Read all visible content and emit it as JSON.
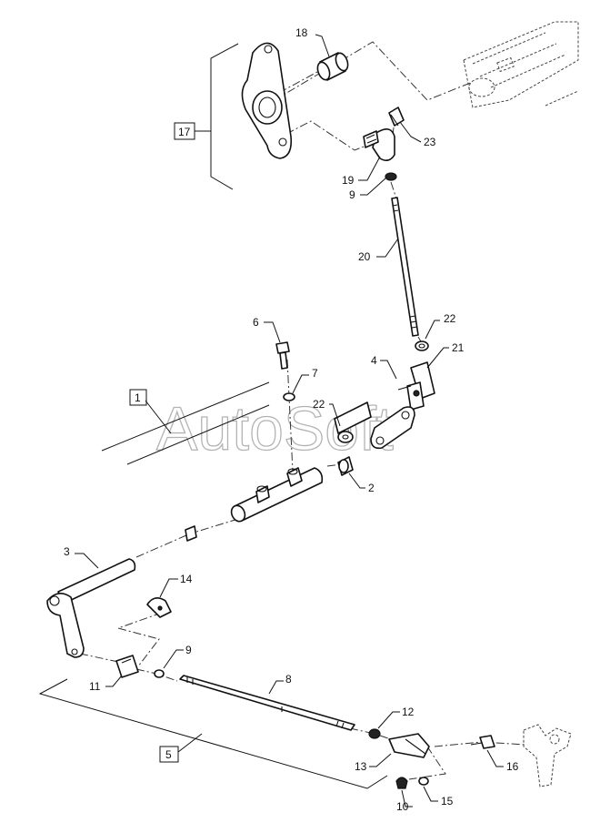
{
  "watermark": "AutoSoft",
  "callouts": {
    "c1": "1",
    "c2": "2",
    "c3": "3",
    "c4": "4",
    "c5": "5",
    "c6": "6",
    "c7": "7",
    "c8": "8",
    "c9a": "9",
    "c9b": "9",
    "c10": "10",
    "c11": "11",
    "c12": "12",
    "c13": "13",
    "c14": "14",
    "c15": "15",
    "c16": "16",
    "c17": "17",
    "c18": "18",
    "c19": "19",
    "c20": "20",
    "c21": "21",
    "c22a": "22",
    "c22b": "22",
    "c23": "23"
  }
}
